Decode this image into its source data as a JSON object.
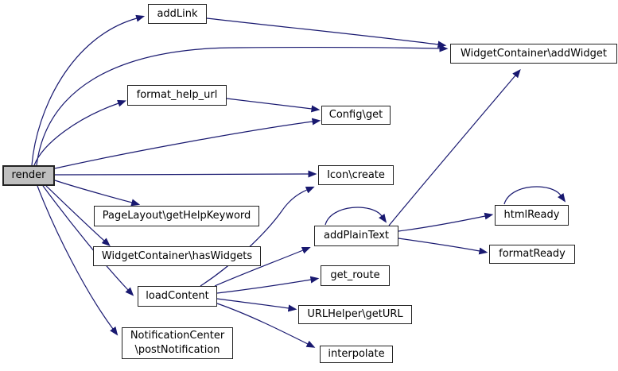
{
  "diagram": {
    "type": "call-graph",
    "background_color": "#ffffff",
    "edge_color": "#191970",
    "node_fill": "#ffffff",
    "node_border": "#222222",
    "highlight_fill": "#bfbfbf",
    "nodes": {
      "render": {
        "label": "render",
        "highlighted": true
      },
      "add_link": {
        "label": "addLink"
      },
      "widget_add": {
        "label": "WidgetContainer\\addWidget"
      },
      "format_help_url": {
        "label": "format_help_url"
      },
      "config_get": {
        "label": "Config\\get"
      },
      "icon_create": {
        "label": "Icon\\create"
      },
      "page_layout": {
        "label": "PageLayout\\getHelpKeyword"
      },
      "has_widgets": {
        "label": "WidgetContainer\\hasWidgets"
      },
      "load_content": {
        "label": "loadContent"
      },
      "notification": {
        "label_line1": "NotificationCenter",
        "label_line2": "\\postNotification"
      },
      "add_plain_text": {
        "label": "addPlainText"
      },
      "html_ready": {
        "label": "htmlReady"
      },
      "format_ready": {
        "label": "formatReady"
      },
      "get_route": {
        "label": "get_route"
      },
      "url_helper": {
        "label": "URLHelper\\getURL"
      },
      "interpolate": {
        "label": "interpolate"
      }
    },
    "edges": [
      {
        "from": "render",
        "to": "add_link"
      },
      {
        "from": "render",
        "to": "widget_add"
      },
      {
        "from": "render",
        "to": "format_help_url"
      },
      {
        "from": "render",
        "to": "config_get"
      },
      {
        "from": "render",
        "to": "icon_create"
      },
      {
        "from": "render",
        "to": "page_layout"
      },
      {
        "from": "render",
        "to": "has_widgets"
      },
      {
        "from": "render",
        "to": "load_content"
      },
      {
        "from": "render",
        "to": "notification"
      },
      {
        "from": "add_link",
        "to": "widget_add"
      },
      {
        "from": "format_help_url",
        "to": "config_get"
      },
      {
        "from": "load_content",
        "to": "icon_create"
      },
      {
        "from": "load_content",
        "to": "add_plain_text"
      },
      {
        "from": "load_content",
        "to": "get_route"
      },
      {
        "from": "load_content",
        "to": "url_helper"
      },
      {
        "from": "load_content",
        "to": "interpolate"
      },
      {
        "from": "add_plain_text",
        "to": "widget_add"
      },
      {
        "from": "add_plain_text",
        "to": "add_plain_text"
      },
      {
        "from": "add_plain_text",
        "to": "html_ready"
      },
      {
        "from": "add_plain_text",
        "to": "format_ready"
      },
      {
        "from": "html_ready",
        "to": "html_ready"
      }
    ]
  }
}
